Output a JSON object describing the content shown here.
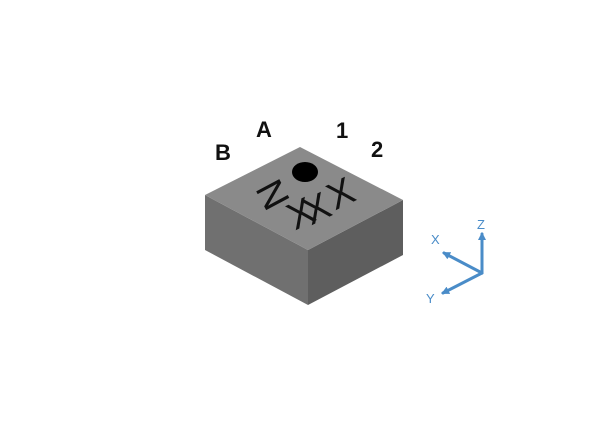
{
  "package": {
    "pin_labels": {
      "b": "B",
      "a": "A",
      "one": "1",
      "two": "2"
    },
    "marking": {
      "line1_left": "N",
      "line1_right": "X",
      "line2_left": "X",
      "line2_right": "X"
    },
    "colors": {
      "top_face": "#8a8a8a",
      "left_face": "#707070",
      "right_face": "#5e5e5e",
      "pin1_dot": "#000000"
    }
  },
  "axes": {
    "x_label": "X",
    "y_label": "Y",
    "z_label": "Z",
    "color": "#4a8cc8"
  }
}
